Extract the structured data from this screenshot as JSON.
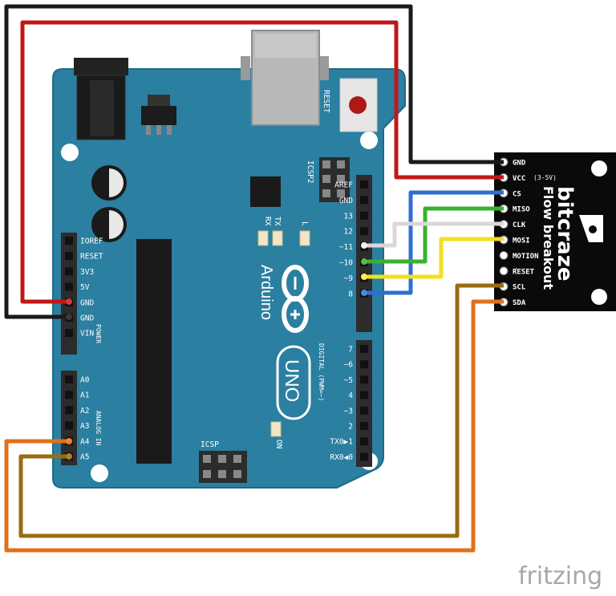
{
  "board": {
    "name": "Arduino",
    "model": "UNO",
    "reset_label": "RESET",
    "icsp2_label": "ICSP2",
    "icsp_label": "ICSP",
    "tx_label": "TX",
    "rx_label": "RX",
    "l_label": "L",
    "on_label": "ON",
    "power_label": "POWER",
    "analog_label": "ANALOG IN",
    "digital_label": "DIGITAL (PWM=~)",
    "power_pins": [
      "IOREF",
      "RESET",
      "3V3",
      "5V",
      "GND",
      "GND",
      "VIN"
    ],
    "analog_pins": [
      "A0",
      "A1",
      "A2",
      "A3",
      "A4",
      "A5"
    ],
    "digital_upper": [
      "AREF",
      "GND",
      "13",
      "12",
      "~11",
      "~10",
      "~9",
      "8"
    ],
    "digital_lower": [
      "7",
      "~6",
      "~5",
      "4",
      "~3",
      "2",
      "TX0▶1",
      "RX0◀0"
    ]
  },
  "breakout": {
    "brand": "bitcraze",
    "product": "Flow breakout",
    "pins": [
      "GND",
      "VCC",
      "CS",
      "MISO",
      "CLK",
      "MOSI",
      "MOTION",
      "RESET",
      "SCL",
      "SDA"
    ],
    "vcc_note": "(3-5V)"
  },
  "footer": {
    "logo": "fritzing"
  },
  "colors": {
    "board": "#2b7fa0",
    "gnd_wire": "#1a1a1a",
    "vcc_wire": "#c01818",
    "cs_wire": "#2e6fd0",
    "miso_wire": "#38b030",
    "clk_wire": "#d8d8d8",
    "mosi_wire": "#f0e020",
    "scl_wire": "#9a6c12",
    "sda_wire": "#e0701a"
  }
}
